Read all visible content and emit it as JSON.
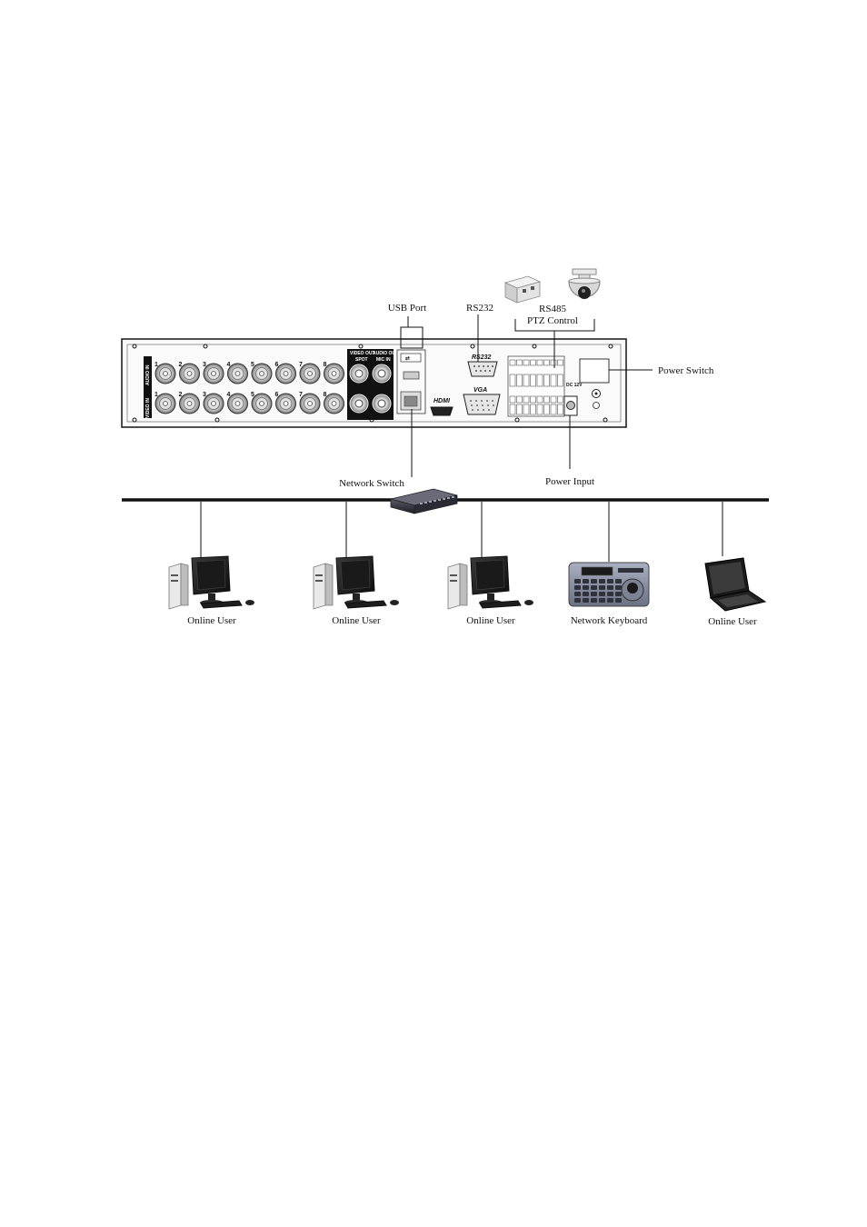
{
  "labels": {
    "usb_port": "USB Port",
    "rs232": "RS232",
    "rs485": "RS485",
    "ptz_control": "PTZ Control",
    "power_switch": "Power Switch",
    "network_switch": "Network Switch",
    "power_input": "Power Input"
  },
  "panel_text": {
    "audio_in": "AUDIO IN",
    "video_in": "VIDEO IN",
    "video_out": "VIDEO OUT",
    "audio_out": "AUDIO OUT",
    "spot": "SPOT",
    "mic_in": "MIC IN",
    "rs232_port": "RS232",
    "vga": "VGA",
    "hdmi": "HDMI",
    "dc": "DC 12V"
  },
  "channel_numbers": [
    "1",
    "2",
    "3",
    "4",
    "5",
    "6",
    "7",
    "8"
  ],
  "clients": [
    {
      "label": "Online User",
      "icon": "desktop-pc-icon"
    },
    {
      "label": "Online User",
      "icon": "desktop-pc-icon"
    },
    {
      "label": "Online User",
      "icon": "desktop-pc-icon"
    },
    {
      "label": "Network Keyboard",
      "icon": "network-keyboard-icon"
    },
    {
      "label": "Online User",
      "icon": "laptop-icon"
    }
  ]
}
